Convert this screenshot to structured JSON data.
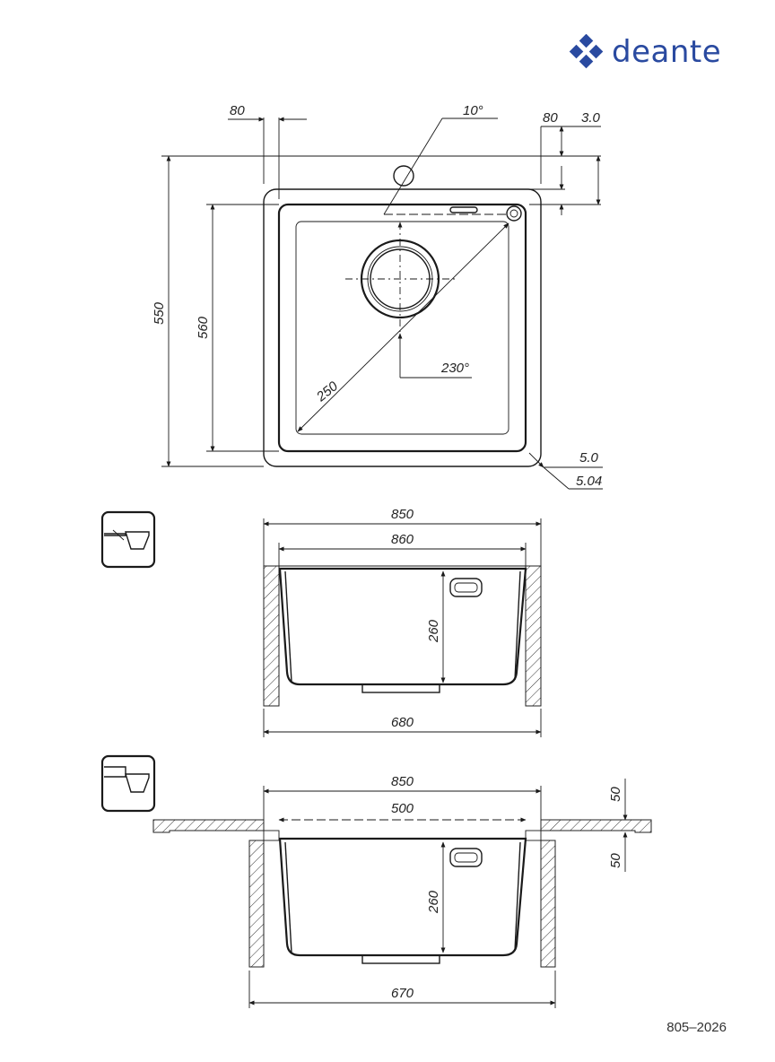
{
  "brand": {
    "name": "deante",
    "color": "#2a4aa0"
  },
  "drawing_code": "805–2026",
  "top_view": {
    "dims": {
      "tap_offset_top": "80",
      "angle_left": "10°",
      "tap_offset_right": "80",
      "edge_height": "3.0",
      "outer_height": "550",
      "inner_height": "560",
      "diagonal": "250",
      "drain_angle": "230°",
      "radius_inner": "5.0",
      "radius_outer": "5.04"
    }
  },
  "section_undermount": {
    "dims": {
      "top_width": "850",
      "bowl_width": "860",
      "depth": "260",
      "cabinet_width": "680"
    }
  },
  "section_flush": {
    "dims": {
      "top_width": "850",
      "bowl_width": "500",
      "depth": "260",
      "cabinet_width": "670",
      "countertop_thickness": "50",
      "lower_offset": "50"
    }
  }
}
